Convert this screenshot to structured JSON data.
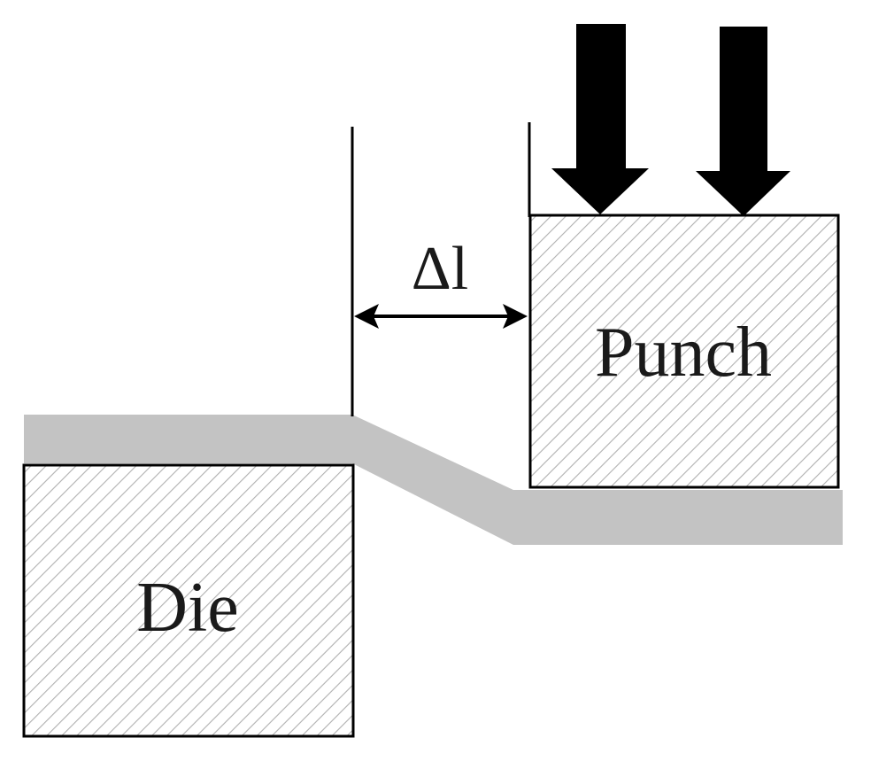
{
  "labels": {
    "punch": "Punch",
    "die": "Die",
    "gap": "Δl"
  },
  "colors": {
    "outline": "#000000",
    "sheet": "#c3c3c3",
    "hatch": "#b0b0b0",
    "arrow": "#000000",
    "text": "#1a1a1a"
  },
  "icons": {
    "force_arrow": "downward-force-arrow",
    "dimension_arrow": "double-headed-arrow"
  }
}
